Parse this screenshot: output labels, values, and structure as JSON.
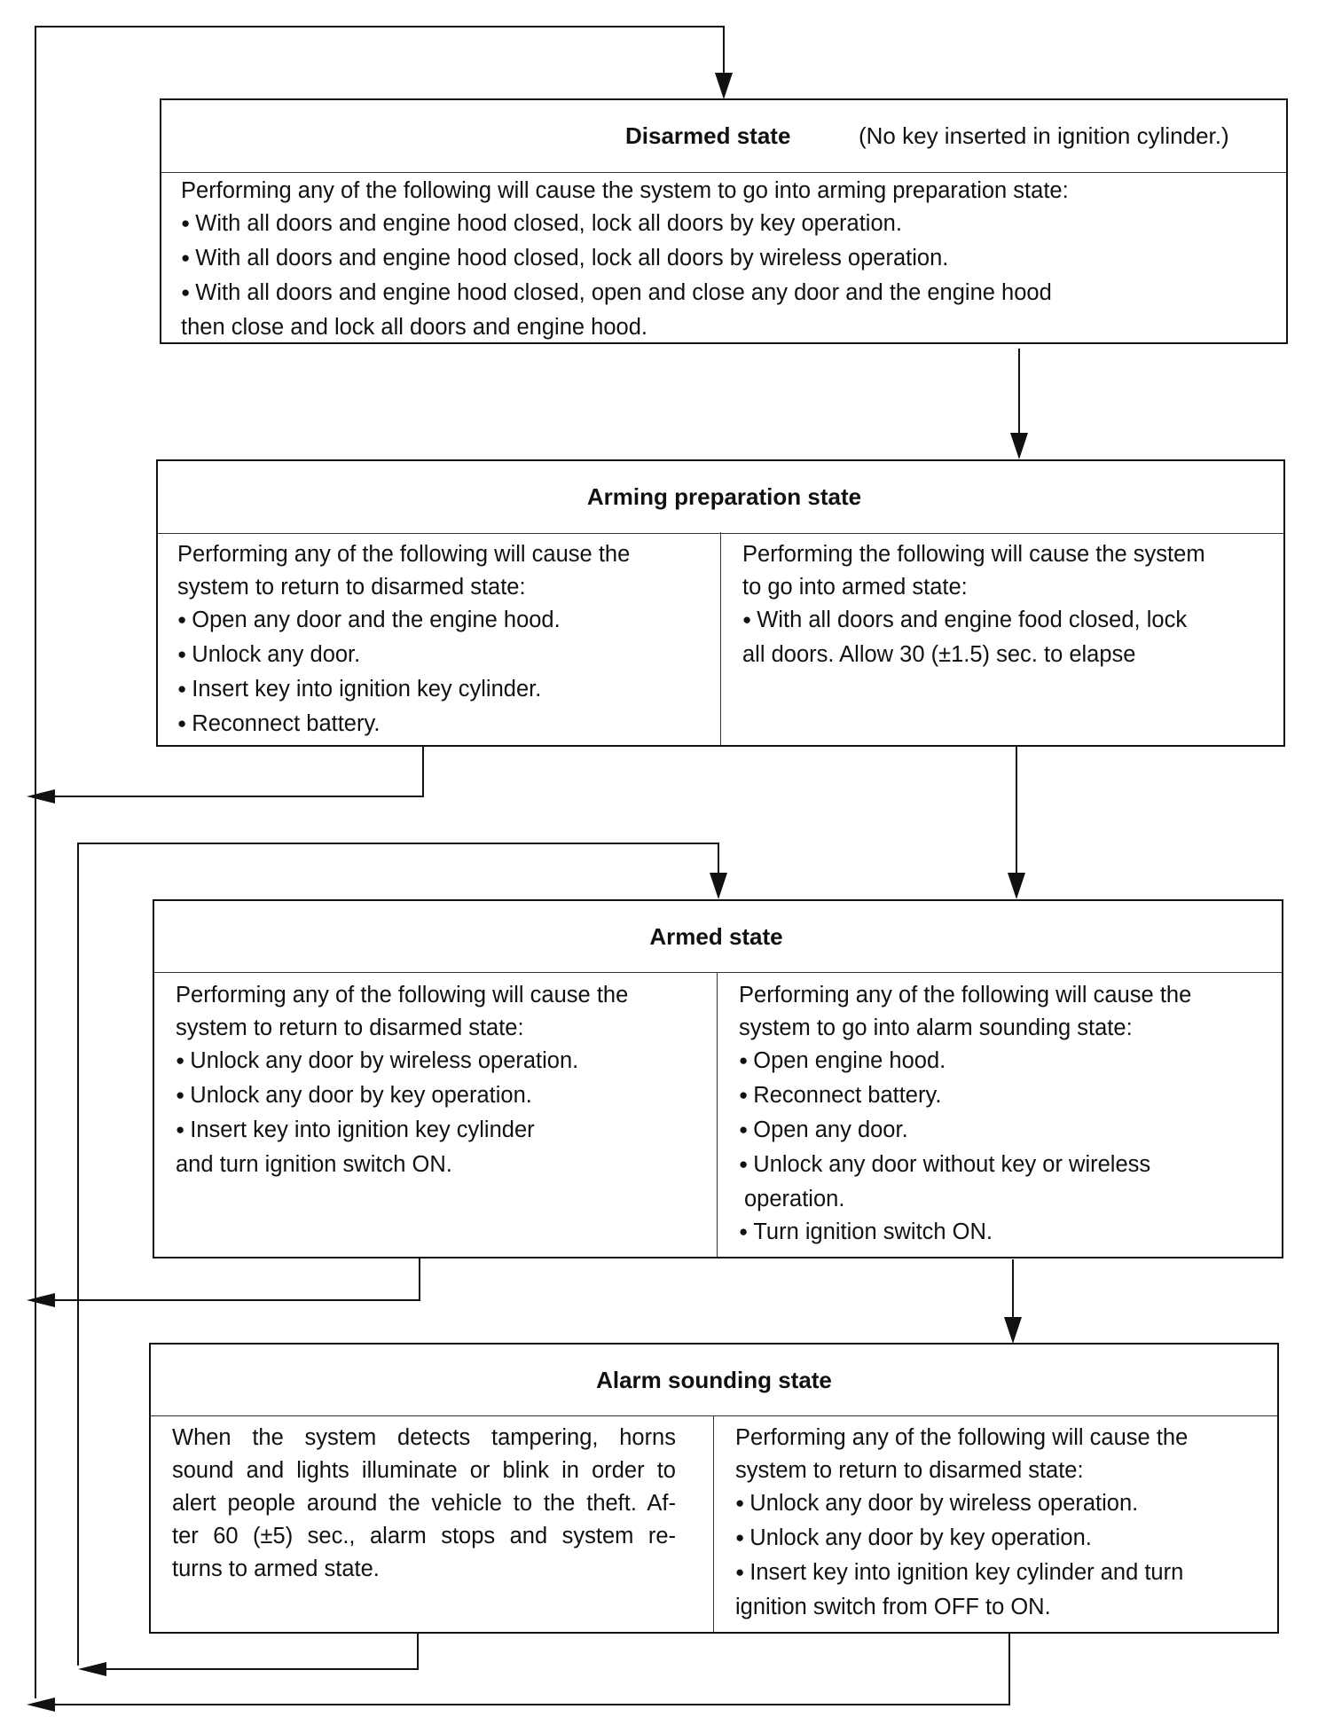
{
  "disarmed": {
    "title": "Disarmed state",
    "note": "(No key inserted in ignition cylinder.)",
    "intro": "Performing any of the following will cause the system to go into arming preparation state:",
    "items": [
      "With all doors and engine hood closed, lock all doors by key operation.",
      "With all doors and engine hood closed, lock all doors by wireless operation.",
      "With all doors and engine hood closed, open and close any door and the engine hood"
    ],
    "continuation": "then close and lock all doors and engine hood."
  },
  "arming_preparation": {
    "title": "Arming preparation state",
    "left": {
      "intro_1": "Performing any of the following will cause the",
      "intro_2": "system to return to disarmed state:",
      "items": [
        "Open any door and the engine hood.",
        "Unlock any door.",
        "Insert key into ignition key cylinder.",
        "Reconnect battery."
      ]
    },
    "right": {
      "intro_1": "Performing the following will cause the system",
      "intro_2": "to go into armed state:",
      "item_1": "With all doors and engine food closed, lock",
      "item_2": "all doors.  Allow 30 (±1.5) sec. to elapse"
    }
  },
  "armed": {
    "title": "Armed state",
    "left": {
      "intro_1": "Performing any of the following will cause the",
      "intro_2": "system to return to disarmed state:",
      "items": [
        "Unlock any door by wireless operation.",
        "Unlock any door by key operation.",
        "Insert key into ignition key cylinder"
      ],
      "continuation": "and turn ignition switch ON."
    },
    "right": {
      "intro_1": "Performing any of the following will cause the",
      "intro_2": "system to go into alarm sounding state:",
      "items": [
        "Open engine hood.",
        "Reconnect battery.",
        "Open any door.",
        "Unlock any door without key or wireless"
      ],
      "continuation": "operation.",
      "last_item": "Turn ignition switch ON."
    }
  },
  "alarm_sounding": {
    "title": "Alarm sounding state",
    "left": {
      "lines": [
        "When the system detects tampering, horns",
        "sound and lights illuminate or blink in order to",
        "alert people around the vehicle to the theft. Af-",
        "ter 60 (±5) sec., alarm stops and system re-",
        "turns to armed state."
      ]
    },
    "right": {
      "intro_1": "Performing any of the following will cause the",
      "intro_2": "system to return to disarmed state:",
      "items": [
        "Unlock any door by wireless operation.",
        "Unlock any door by key operation.",
        "Insert key into ignition key cylinder and turn"
      ],
      "continuation": "ignition switch from OFF to ON."
    }
  }
}
